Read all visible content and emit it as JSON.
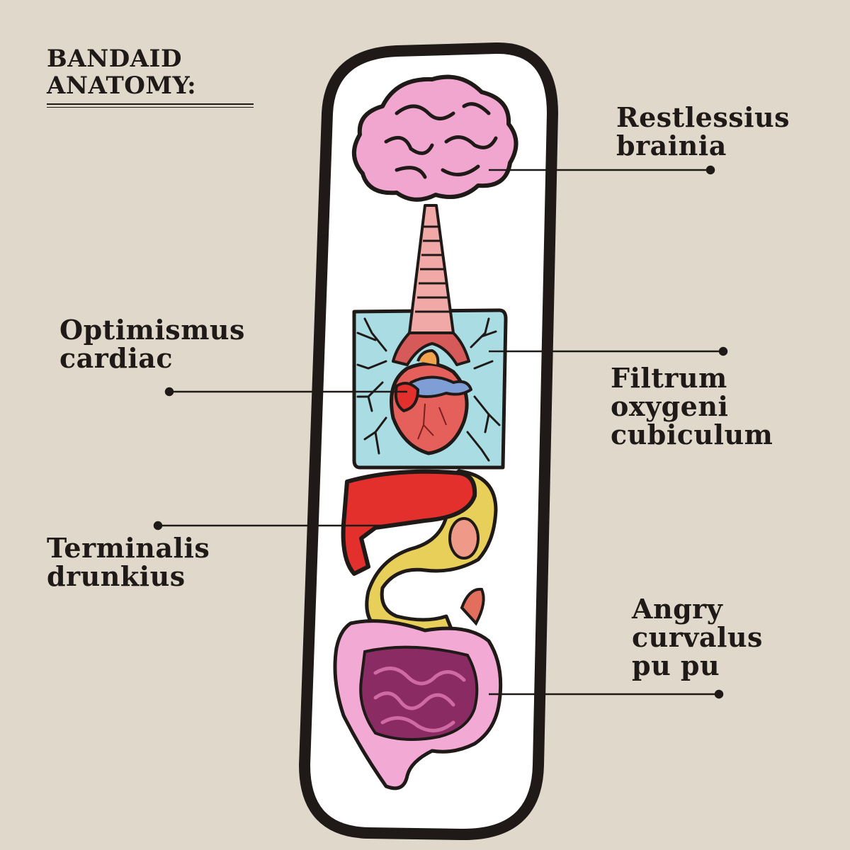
{
  "title": {
    "line1": "BANDAID",
    "line2": "ANATOMY:"
  },
  "labels": {
    "brain": {
      "line1": "Restlessius",
      "line2": "brainia"
    },
    "heart": {
      "line1": "Optimismus",
      "line2": "cardiac"
    },
    "lungs": {
      "line1": "Filtrum",
      "line2": "oxygeni",
      "line3": "cubiculum"
    },
    "liver": {
      "line1": "Terminalis",
      "line2": "drunkius"
    },
    "intestines": {
      "line1": "Angry",
      "line2": "curvalus",
      "line3": "pu pu"
    }
  },
  "colors": {
    "background": "#e0d9cb",
    "ink": "#1f1a17",
    "bandage": "#ffffff",
    "brain": "#f0a6cf",
    "lungs": "#a9dde3",
    "heart": "#e5605a",
    "liver": "#e3302c",
    "stomach": "#e7cf5a",
    "intestines_outer": "#f2a9d4",
    "intestines_inner": "#8a2b63"
  }
}
